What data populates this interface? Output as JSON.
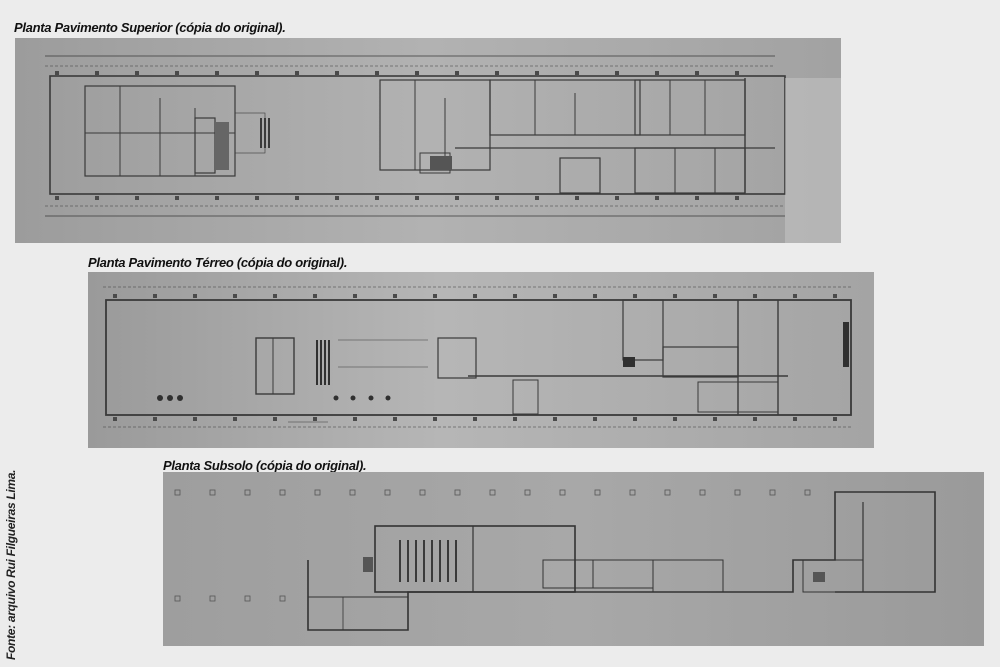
{
  "captions": {
    "upper": "Planta Pavimento Superior (cópia do original).",
    "ground": "Planta Pavimento Térreo (cópia do original).",
    "basement": "Planta Subsolo (cópia do original)."
  },
  "source": "Fonte: arquivo Rui Filgueiras Lima.",
  "colors": {
    "paper": "#ececec",
    "blueprint_bg": "#a9a9a9",
    "ink": "#2b2b2b"
  }
}
